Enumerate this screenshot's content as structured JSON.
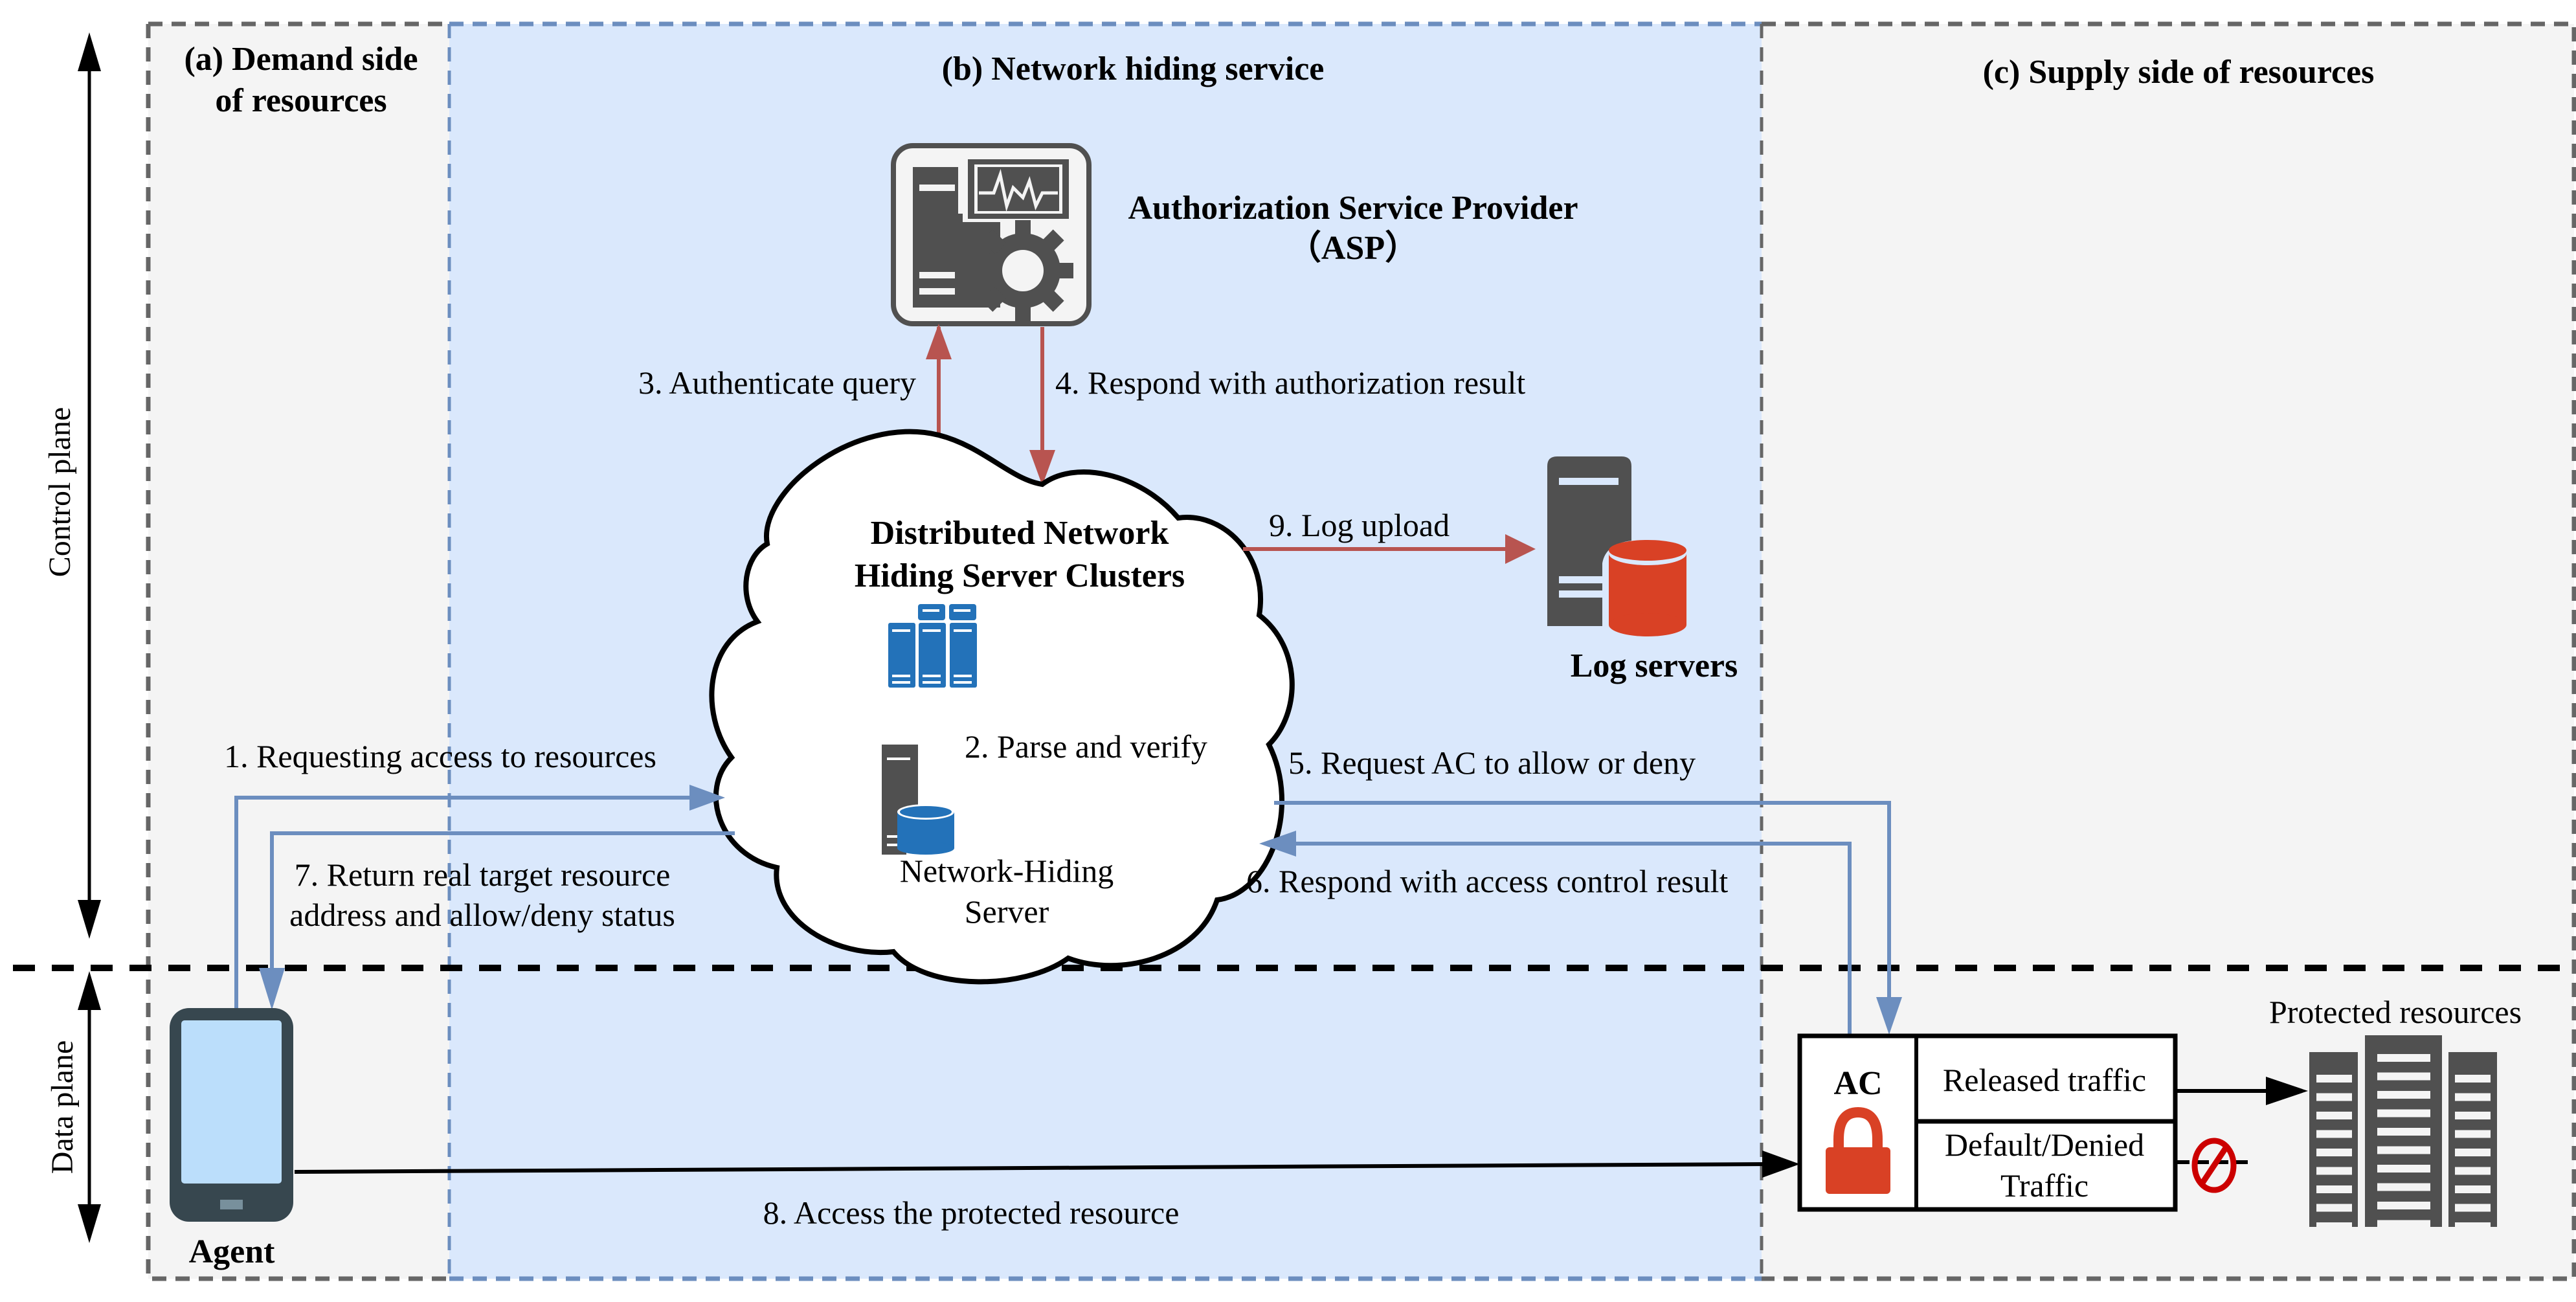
{
  "colors": {
    "demand_bg": "#f4f4f4",
    "service_bg": "#dae8fc",
    "supply_bg": "#f4f4f4",
    "gray_border": "#666666",
    "blue_border": "#6c8ebf",
    "blue_arrow": "#6c8ebf",
    "red_arrow": "#b85450",
    "dark_icon": "#505050",
    "blue_icon": "#2372b9",
    "red_icon": "#d94125",
    "phone_body": "#37474f",
    "phone_screen": "#bbdefb",
    "deny_red": "#cc0000"
  },
  "planes": {
    "control": "Control plane",
    "data": "Data plane"
  },
  "regions": {
    "demand": {
      "title_line1": "(a) Demand side",
      "title_line2": "of resources"
    },
    "service": {
      "title": "(b) Network hiding service"
    },
    "supply": {
      "title": "(c) Supply side of resources"
    }
  },
  "nodes": {
    "asp": {
      "line1": "Authorization Service Provider",
      "line2": "（ASP）"
    },
    "cluster": {
      "line1": "Distributed Network",
      "line2": "Hiding Server Clusters"
    },
    "nh_server": {
      "line1": "Network-Hiding",
      "line2": "Server"
    },
    "log_servers": {
      "label": "Log servers"
    },
    "agent": {
      "label": "Agent"
    },
    "ac": {
      "label": "AC",
      "released": "Released traffic",
      "denied_line1": "Default/Denied",
      "denied_line2": "Traffic"
    },
    "protected": {
      "label": "Protected resources"
    }
  },
  "steps": {
    "s1": "1. Requesting access  to resources",
    "s2": "2. Parse and verify",
    "s3": "3. Authenticate query",
    "s4": "4. Respond with authorization result",
    "s5": "5. Request AC to allow or deny",
    "s6": "6. Respond with access control result",
    "s7_line1": "7. Return real target resource",
    "s7_line2": "address and allow/deny status",
    "s8": "8. Access the protected resource",
    "s9": "9. Log upload"
  }
}
